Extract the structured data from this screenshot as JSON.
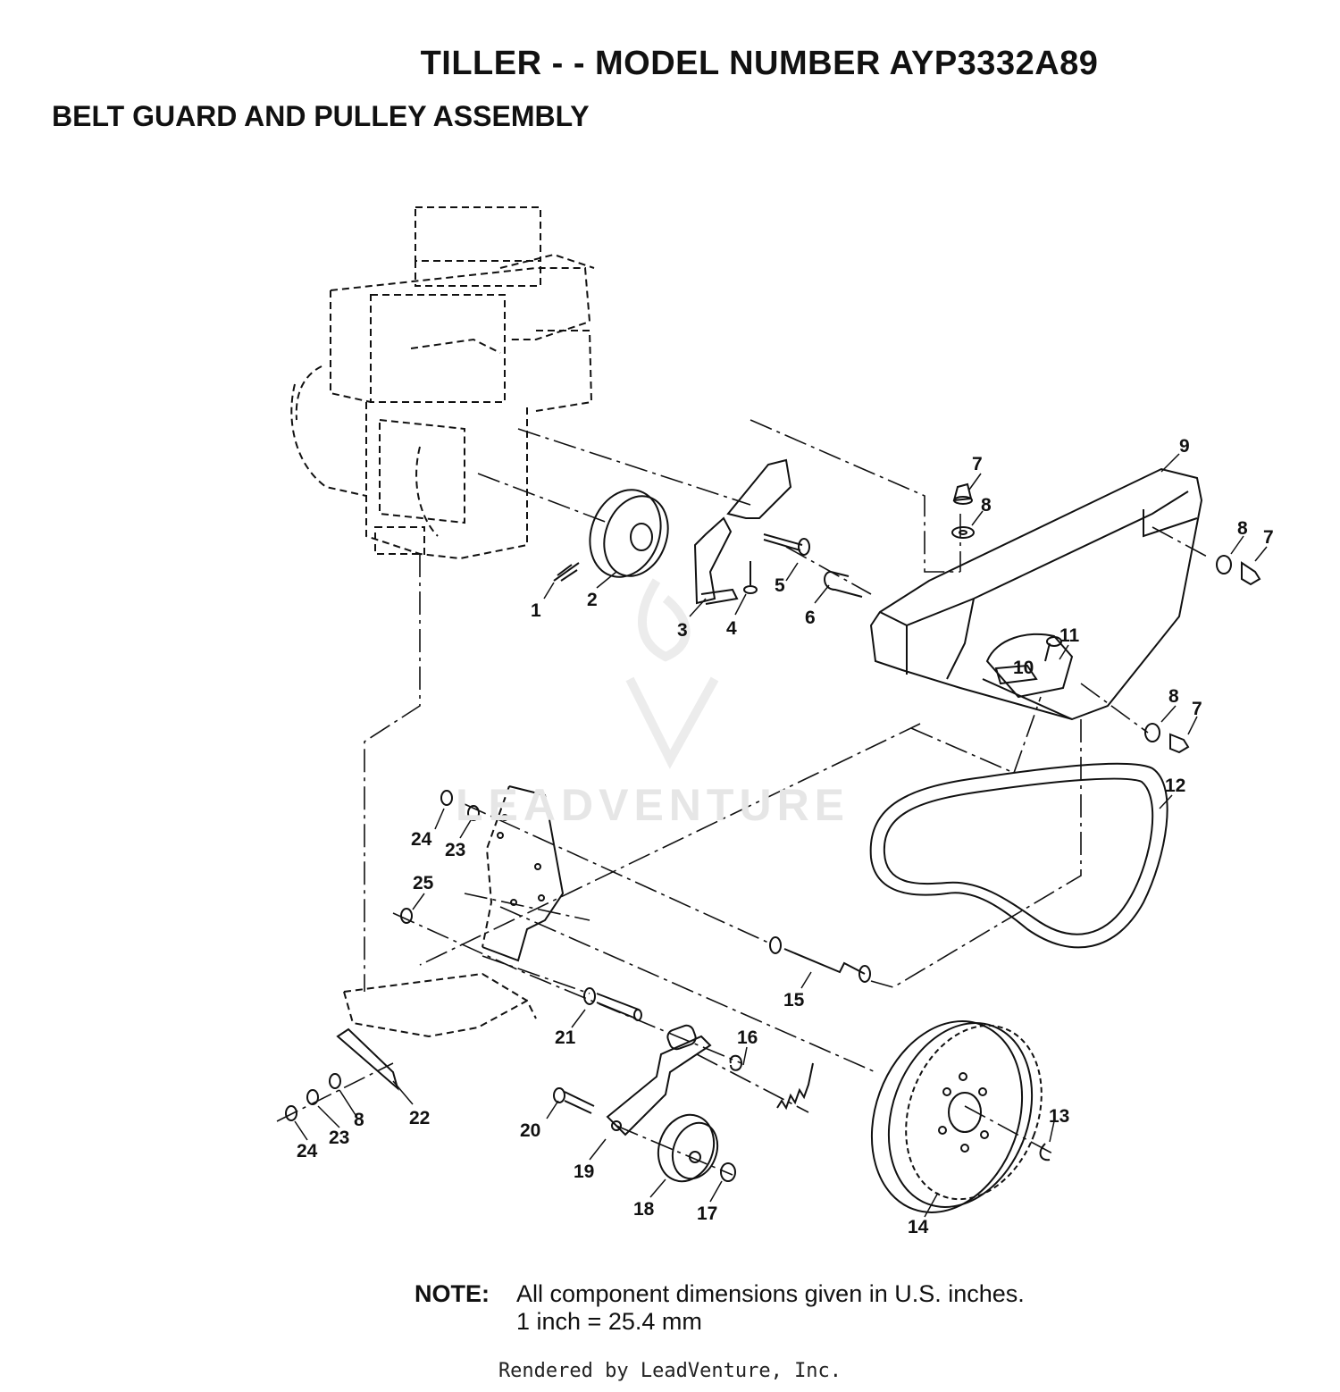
{
  "header": {
    "title": "TILLER - - MODEL NUMBER AYP3332A89",
    "subtitle": "BELT GUARD AND PULLEY ASSEMBLY"
  },
  "watermark": {
    "text": "LEADVENTURE"
  },
  "callouts": [
    {
      "id": "c1",
      "label": "1"
    },
    {
      "id": "c2",
      "label": "2"
    },
    {
      "id": "c3",
      "label": "3"
    },
    {
      "id": "c4",
      "label": "4"
    },
    {
      "id": "c5",
      "label": "5"
    },
    {
      "id": "c6",
      "label": "6"
    },
    {
      "id": "c7a",
      "label": "7"
    },
    {
      "id": "c8a",
      "label": "8"
    },
    {
      "id": "c9",
      "label": "9"
    },
    {
      "id": "c8b",
      "label": "8"
    },
    {
      "id": "c7b",
      "label": "7"
    },
    {
      "id": "c11",
      "label": "11"
    },
    {
      "id": "c10",
      "label": "10"
    },
    {
      "id": "c8c",
      "label": "8"
    },
    {
      "id": "c7c",
      "label": "7"
    },
    {
      "id": "c12",
      "label": "12"
    },
    {
      "id": "c24a",
      "label": "24"
    },
    {
      "id": "c23a",
      "label": "23"
    },
    {
      "id": "c25",
      "label": "25"
    },
    {
      "id": "c15",
      "label": "15"
    },
    {
      "id": "c21",
      "label": "21"
    },
    {
      "id": "c16",
      "label": "16"
    },
    {
      "id": "c22",
      "label": "22"
    },
    {
      "id": "c8d",
      "label": "8"
    },
    {
      "id": "c23b",
      "label": "23"
    },
    {
      "id": "c24b",
      "label": "24"
    },
    {
      "id": "c20",
      "label": "20"
    },
    {
      "id": "c19",
      "label": "19"
    },
    {
      "id": "c18",
      "label": "18"
    },
    {
      "id": "c17",
      "label": "17"
    },
    {
      "id": "c13",
      "label": "13"
    },
    {
      "id": "c14",
      "label": "14"
    }
  ],
  "note": {
    "label": "NOTE:",
    "line1": "All component dimensions given in U.S. inches.",
    "line2": "1 inch = 25.4 mm"
  },
  "footer": {
    "text": "Rendered by LeadVenture, Inc."
  }
}
